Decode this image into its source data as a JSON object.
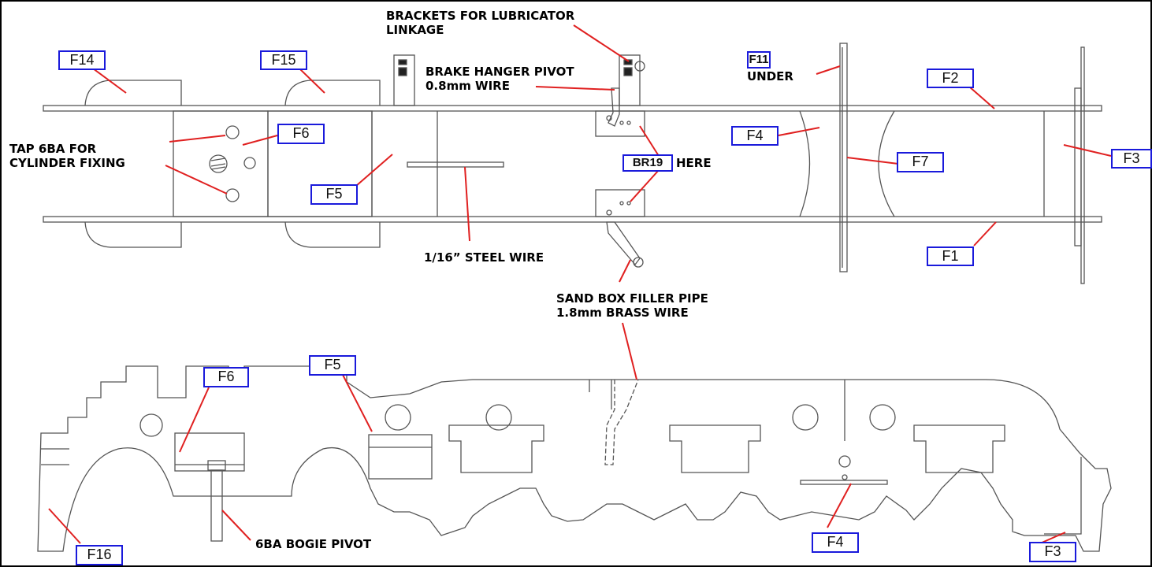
{
  "colors": {
    "outline": "#555555",
    "leader": "#e02020",
    "label_border": "#1a1adb",
    "page_border": "#000000"
  },
  "labels": {
    "f14": "F14",
    "f15": "F15",
    "f11": "F11",
    "f2": "F2",
    "f4_top": "F4",
    "f6_top": "F6",
    "f5_top": "F5",
    "br19": "BR19",
    "f7": "F7",
    "f3_top": "F3",
    "f1": "F1",
    "f6_bottom": "F6",
    "f5_bottom": "F5",
    "f16": "F16",
    "f4_bottom": "F4",
    "f3_bottom": "F3"
  },
  "notes": {
    "brackets_line1": "BRACKETS FOR LUBRICATOR",
    "brackets_line2": "LINKAGE",
    "brake_line1": "BRAKE HANGER PIVOT",
    "brake_line2": "0.8mm WIRE",
    "under": "UNDER",
    "here": "HERE",
    "tap_line1": "TAP 6BA FOR",
    "tap_line2": "CYLINDER FIXING",
    "steel_wire": "1/16” STEEL WIRE",
    "sand_line1": "SAND BOX FILLER PIPE",
    "sand_line2": "1.8mm BRASS WIRE",
    "bogie_pivot": "6BA BOGIE PIVOT"
  }
}
